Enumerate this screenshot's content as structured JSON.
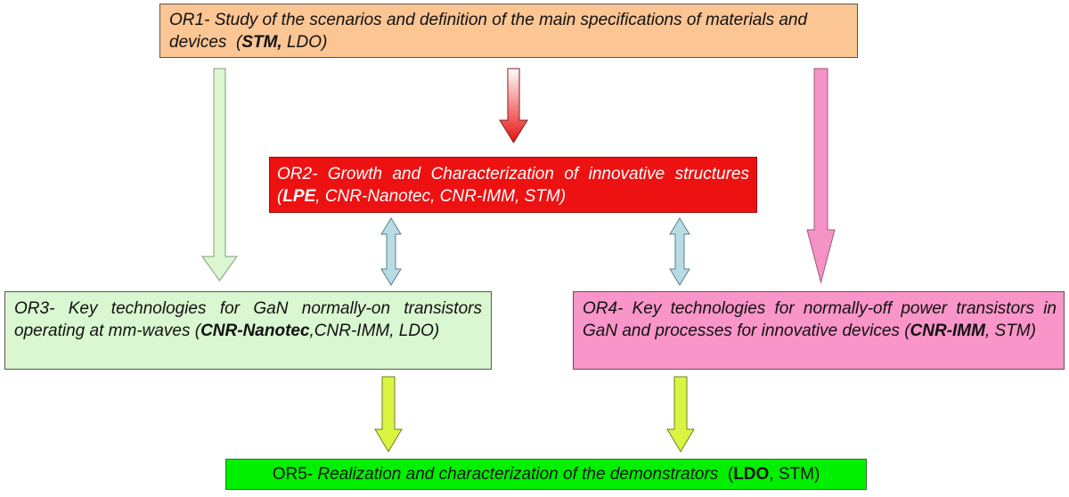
{
  "nodes": {
    "or1": {
      "prefix": "OR1- ",
      "title": "Study of the scenarios and definition of the main specifications of materials and devices",
      "partner_lead": "STM,",
      "partner_rest": " LDO",
      "fill": "#fbc594"
    },
    "or2": {
      "prefix": "OR2- ",
      "title": "Growth and Characterization of innovative structures",
      "partner_lead": "LPE",
      "partner_rest": ", CNR-Nanotec, CNR-IMM, STM",
      "fill": "#ee1111"
    },
    "or3": {
      "prefix": "OR3- ",
      "title": "Key technologies for GaN normally-on transistors operating at mm-waves",
      "partner_lead": "CNR-Nanotec",
      "partner_rest": ",CNR-IMM, LDO",
      "fill": "#d9f7d0"
    },
    "or4": {
      "prefix": "OR4- ",
      "title": "Key technologies for normally-off power transistors in GaN and processes for innovative devices",
      "partner_lead": "CNR-IMM",
      "partner_rest": ", STM",
      "fill": "#f995c8"
    },
    "or5": {
      "prefix": "OR5- ",
      "title": "Realization and characterization of the demonstrators",
      "partner_lead": "LDO",
      "partner_rest": ", STM",
      "fill": "#00f000"
    }
  },
  "edges": [
    {
      "from": "or1",
      "to": "or3",
      "style": "one-way",
      "color": "#dcf6d2"
    },
    {
      "from": "or1",
      "to": "or2",
      "style": "one-way",
      "color": "#e71010"
    },
    {
      "from": "or1",
      "to": "or4",
      "style": "one-way",
      "color": "#f592c6"
    },
    {
      "from": "or2",
      "to": "or3",
      "style": "two-way",
      "color": "#b9dbe3"
    },
    {
      "from": "or2",
      "to": "or4",
      "style": "two-way",
      "color": "#b9dbe3"
    },
    {
      "from": "or3",
      "to": "or5",
      "style": "one-way",
      "color": "#d9f542"
    },
    {
      "from": "or4",
      "to": "or5",
      "style": "one-way",
      "color": "#d9f542"
    }
  ]
}
